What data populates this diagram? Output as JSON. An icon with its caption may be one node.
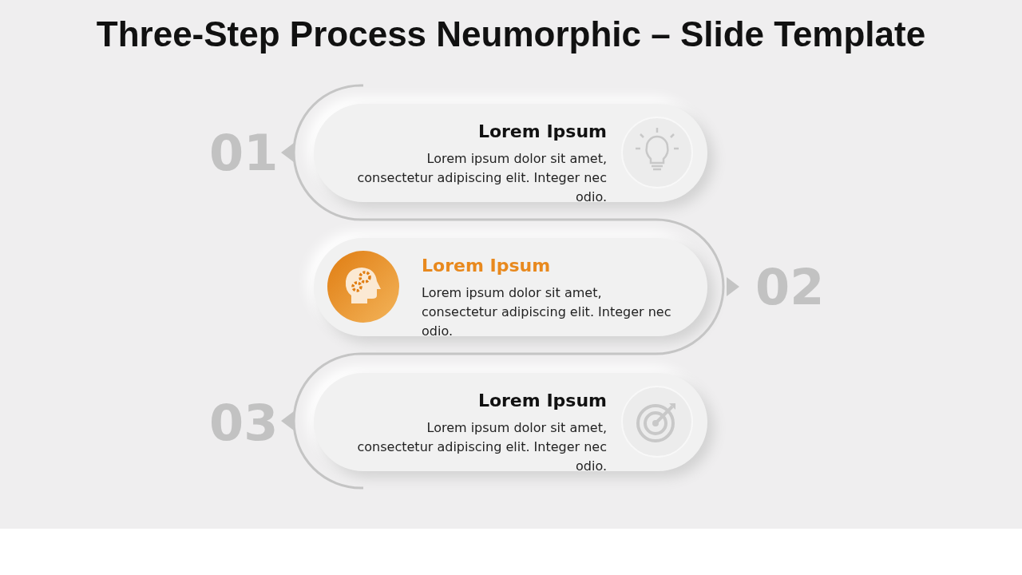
{
  "diagram": {
    "title": "Three-Step Process Neumorphic – Slide Template",
    "nodes": [
      {
        "text": [
          "Lorem Ipsum",
          "Lorem ipsum dolor sit amet, consectetur adipiscing elit. Integer nec odio."
        ]
      },
      {
        "text": [
          "Lorem Ipsum",
          "Lorem ipsum dolor sit amet, consectetur adipiscing elit. Integer nec odio."
        ]
      },
      {
        "text": [
          "Lorem Ipsum",
          "Lorem ipsum dolor sit amet, consectetur adipiscing elit. Integer nec odio."
        ]
      }
    ],
    "labels": [
      "01",
      "02",
      "03"
    ]
  }
}
